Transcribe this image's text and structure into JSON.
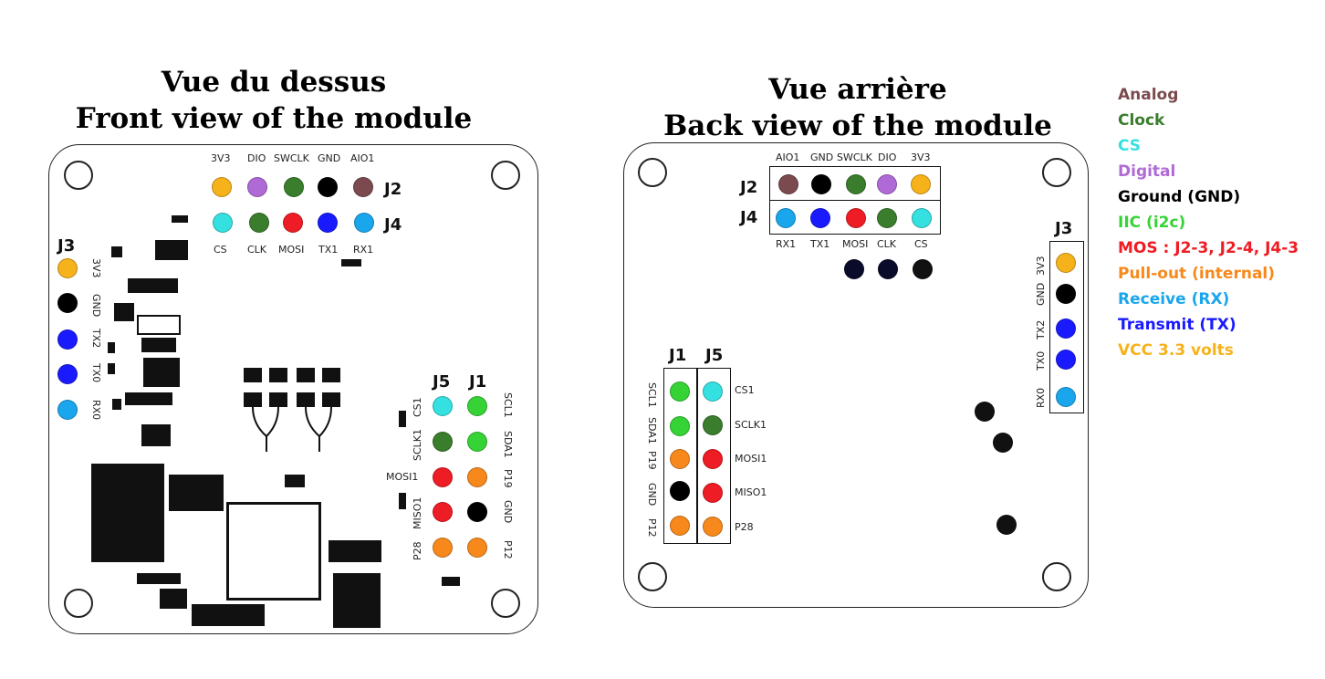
{
  "front_view": {
    "title_fr": "Vue du dessus",
    "title_en": "Front view of the module",
    "j2": {
      "label": "J2",
      "pins": [
        "3V3",
        "DIO",
        "SWCLK",
        "GND",
        "AIO1"
      ]
    },
    "j4": {
      "label": "J4",
      "pins": [
        "CS",
        "CLK",
        "MOSI",
        "TX1",
        "RX1"
      ]
    },
    "j3": {
      "label": "J3",
      "pins": [
        "3V3",
        "GND",
        "TX2",
        "TX0",
        "RX0"
      ]
    },
    "j5": {
      "label": "J5",
      "pins": [
        "CS1",
        "SCLK1",
        "MOSI1",
        "MISO1",
        "P28"
      ]
    },
    "j1": {
      "label": "J1",
      "pins": [
        "SCL1",
        "SDA1",
        "P19",
        "GND",
        "P12"
      ]
    }
  },
  "back_view": {
    "title_fr": "Vue arrière",
    "title_en": "Back view of the module",
    "j2": {
      "label": "J2",
      "pins": [
        "AIO1",
        "GND",
        "SWCLK",
        "DIO",
        "3V3"
      ]
    },
    "j4": {
      "label": "J4",
      "pins": [
        "RX1",
        "TX1",
        "MOSI",
        "CLK",
        "CS"
      ]
    },
    "j3": {
      "label": "J3",
      "pins": [
        "3V3",
        "GND",
        "TX2",
        "TX0",
        "RX0"
      ]
    },
    "j1": {
      "label": "J1",
      "pins": [
        "SCL1",
        "SDA1",
        "P19",
        "GND",
        "P12"
      ]
    },
    "j5": {
      "label": "J5",
      "pins": [
        "CS1",
        "SCLK1",
        "MOSI1",
        "MISO1",
        "P28"
      ]
    }
  },
  "legend": [
    {
      "label": "Analog",
      "color": "#7b4a4e"
    },
    {
      "label": "Clock",
      "color": "#3a7d2c"
    },
    {
      "label": "CS",
      "color": "#35e0e0"
    },
    {
      "label": "Digital",
      "color": "#b06ad6"
    },
    {
      "label": "Ground (GND)",
      "color": "#000000"
    },
    {
      "label": "IIC (i2c)",
      "color": "#36d336"
    },
    {
      "label": "MOS : J2-3, J2-4, J4-3",
      "color": "#ee1c24"
    },
    {
      "label": "Pull-out (internal)",
      "color": "#f7891c"
    },
    {
      "label": "Receive (RX)",
      "color": "#1aa6ec"
    },
    {
      "label": "Transmit (TX)",
      "color": "#1a1aff"
    },
    {
      "label": "VCC 3.3 volts",
      "color": "#f6b21b"
    }
  ]
}
